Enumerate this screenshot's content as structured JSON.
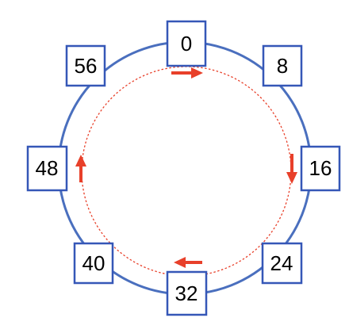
{
  "colors": {
    "ring": "#4a6fbe",
    "node_border": "#3557b7",
    "node_fill": "#ffffff",
    "flow": "#e8402a",
    "text": "#000000"
  },
  "nodes": [
    {
      "label": "0"
    },
    {
      "label": "8"
    },
    {
      "label": "16"
    },
    {
      "label": "24"
    },
    {
      "label": "32"
    },
    {
      "label": "40"
    },
    {
      "label": "48"
    },
    {
      "label": "56"
    }
  ],
  "flow_direction": "clockwise"
}
